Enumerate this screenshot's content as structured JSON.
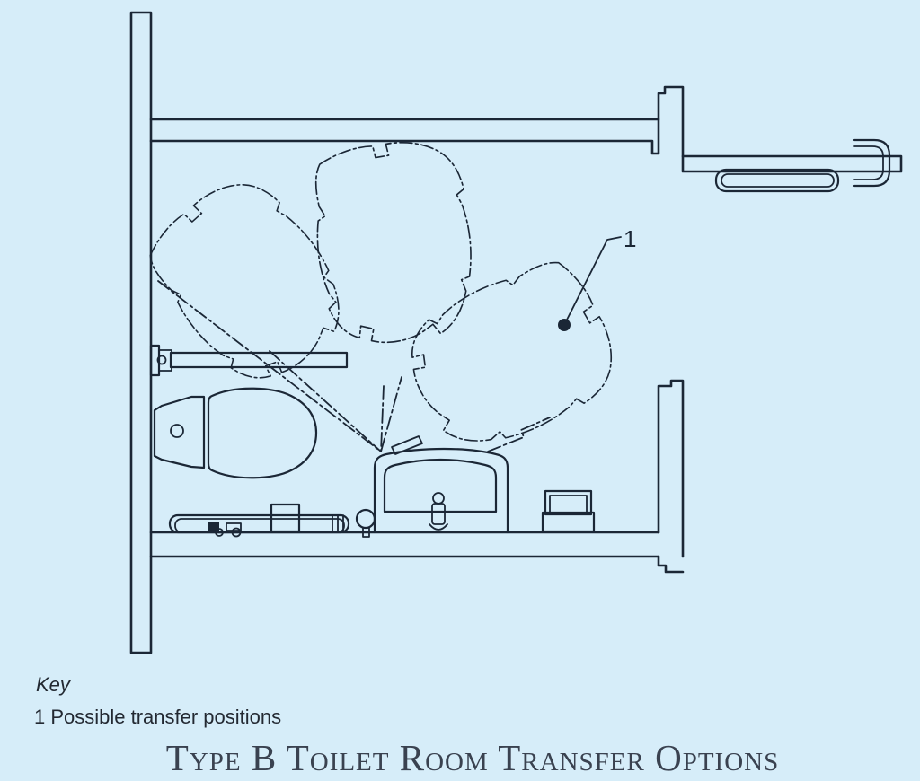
{
  "plan": {
    "callout_label": "1",
    "colors": {
      "background": "#d6edf9",
      "line": "#1b2736",
      "text": "#232932",
      "title": "#3a4250"
    }
  },
  "key": {
    "heading": "Key",
    "items": [
      {
        "number": "1",
        "text": "1 Possible transfer positions"
      }
    ]
  },
  "title": {
    "text": "Type B Toilet Room Transfer Options"
  }
}
